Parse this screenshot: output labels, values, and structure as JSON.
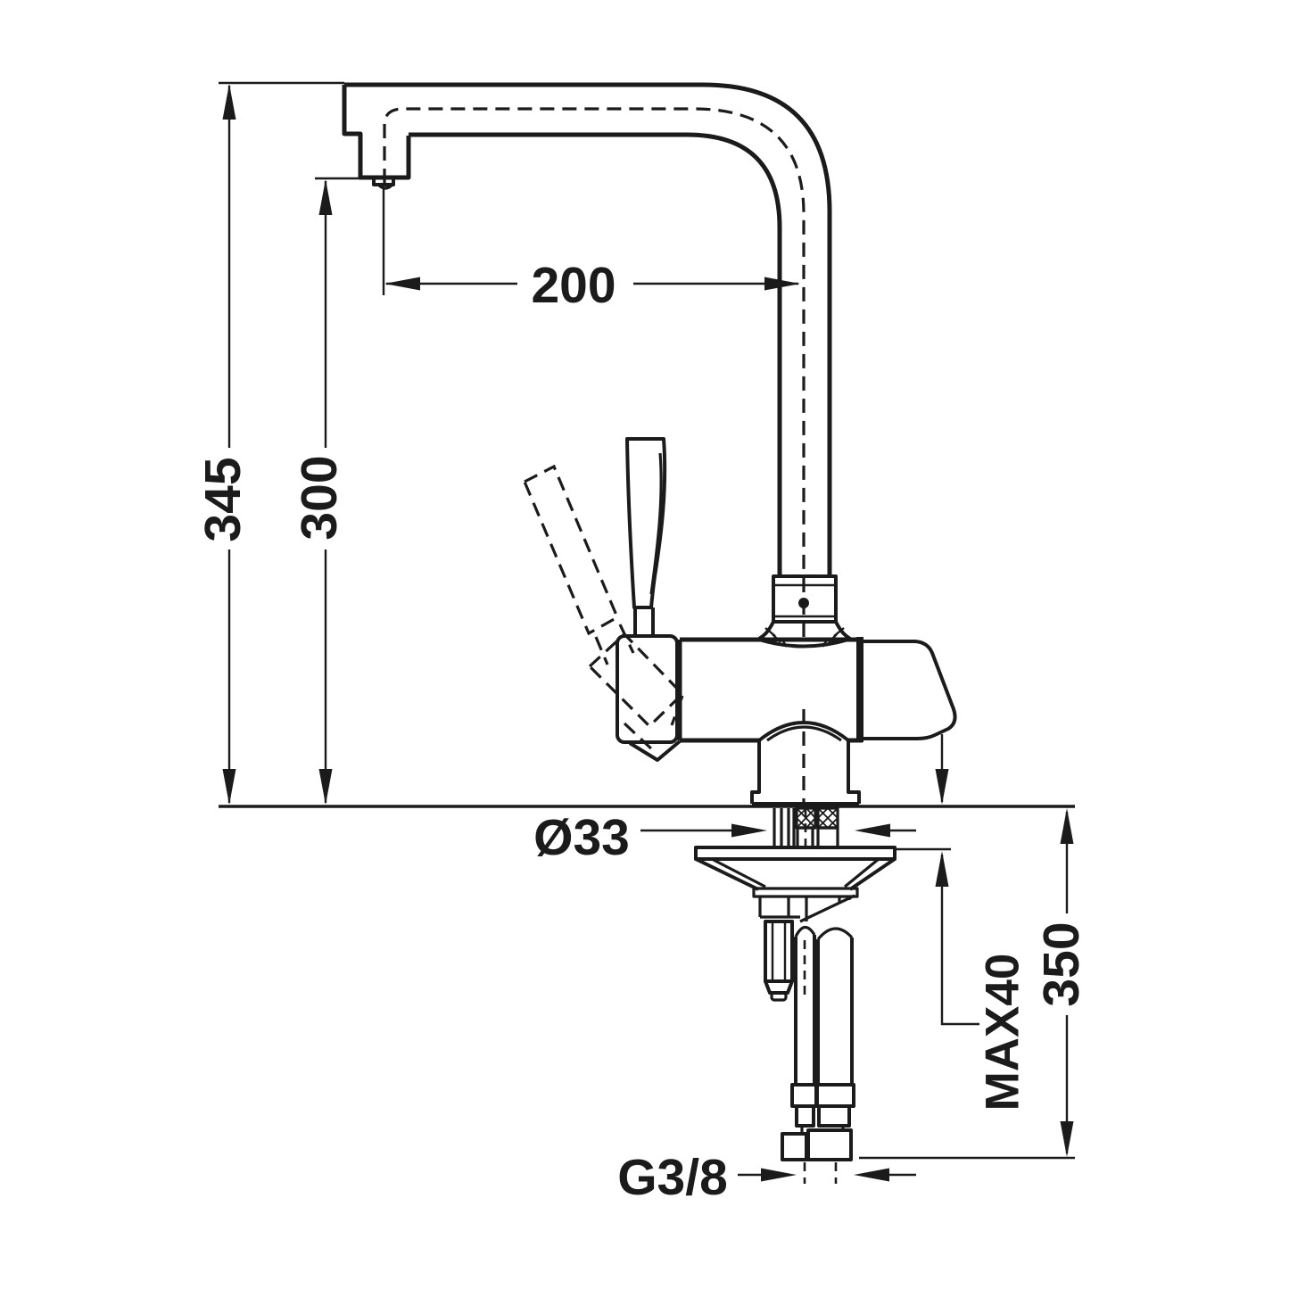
{
  "style": {
    "background": "#ffffff",
    "line_color": "#1b1b1b"
  },
  "dims": {
    "total_height": "345",
    "spout_outlet_height": "300",
    "spout_reach": "200",
    "shank_diameter": "Ø33",
    "max_counter_thickness": "MAX40",
    "below_counter_depth": "350",
    "connection_thread": "G3/8"
  }
}
